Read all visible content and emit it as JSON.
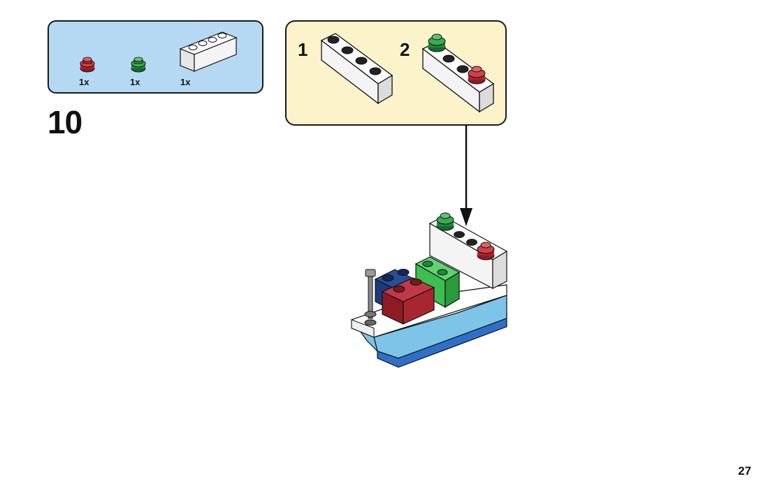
{
  "step": {
    "number": "10",
    "parts": [
      {
        "name": "red-round-plate",
        "quantity": "1x",
        "color": "#b5222e"
      },
      {
        "name": "green-round-plate",
        "quantity": "1x",
        "color": "#1f8a3a"
      },
      {
        "name": "white-1x4-brick",
        "quantity": "1x",
        "color": "#ffffff"
      }
    ],
    "substeps": [
      {
        "number": "1"
      },
      {
        "number": "2"
      }
    ]
  },
  "page": {
    "number": "27"
  },
  "colors": {
    "parts_box_bg": "#b5d9f2",
    "substep_box_bg": "#fdf3cb",
    "hull_light_blue": "#7cc4e8",
    "hull_dark_blue": "#2f6fc9",
    "container_red": "#a8262e",
    "container_navy": "#1f3a7a",
    "container_green": "#3cbf4f"
  }
}
